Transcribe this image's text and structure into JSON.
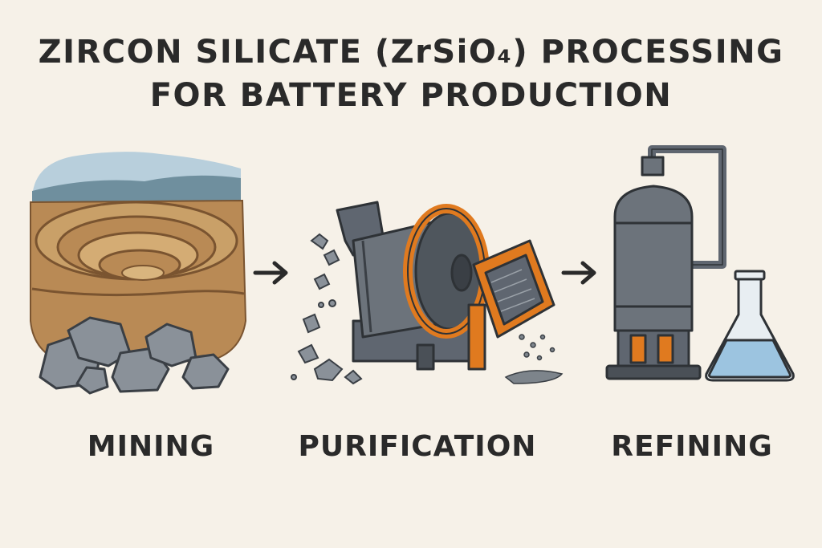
{
  "title": {
    "line1": "ZIRCON SILICATE (ZrSiO₄) PROCESSING",
    "line2": "FOR BATTERY PRODUCTION"
  },
  "stages": [
    {
      "label": "MINING",
      "icon": "open-pit-mine-icon"
    },
    {
      "label": "PURIFICATION",
      "icon": "ball-mill-icon"
    },
    {
      "label": "REFINING",
      "icon": "refining-tank-icon"
    }
  ],
  "arrows": [
    "arrow-right-icon",
    "arrow-right-icon"
  ],
  "colors": {
    "background": "#f6f1e8",
    "text": "#2a2a2a",
    "orange": "#e07a1f",
    "machine_gray": "#5f6670",
    "earth": "#c59a5e",
    "sky": "#b8cfdc",
    "liquid": "#9cc4e0"
  }
}
